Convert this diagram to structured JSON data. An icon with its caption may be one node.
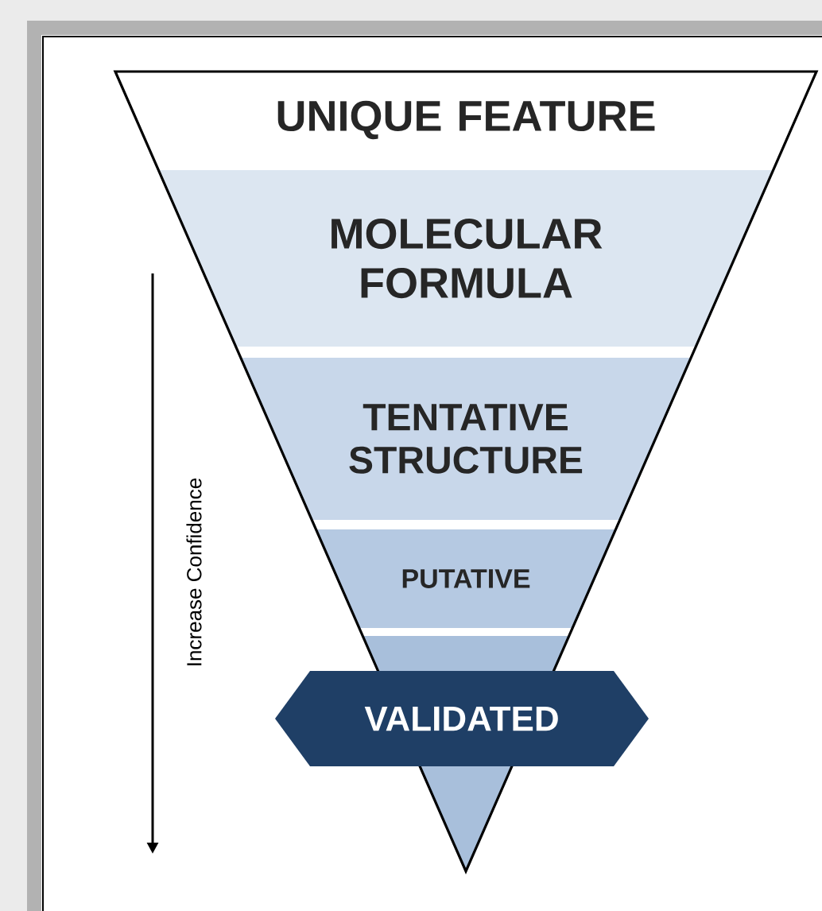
{
  "diagram": {
    "nodes": [
      {
        "text": [
          "UNIQUE FEATURE"
        ]
      },
      {
        "text": [
          "MOLECULAR FORMULA"
        ]
      },
      {
        "text": [
          "TENTATIVE STRUCTURE"
        ]
      },
      {
        "text": [
          "PUTATIVE"
        ]
      },
      {
        "text": [],
        "shape": "triangle"
      },
      {
        "text": [
          "VALIDATED"
        ]
      }
    ],
    "labels": [
      "Increase Confidence"
    ]
  }
}
